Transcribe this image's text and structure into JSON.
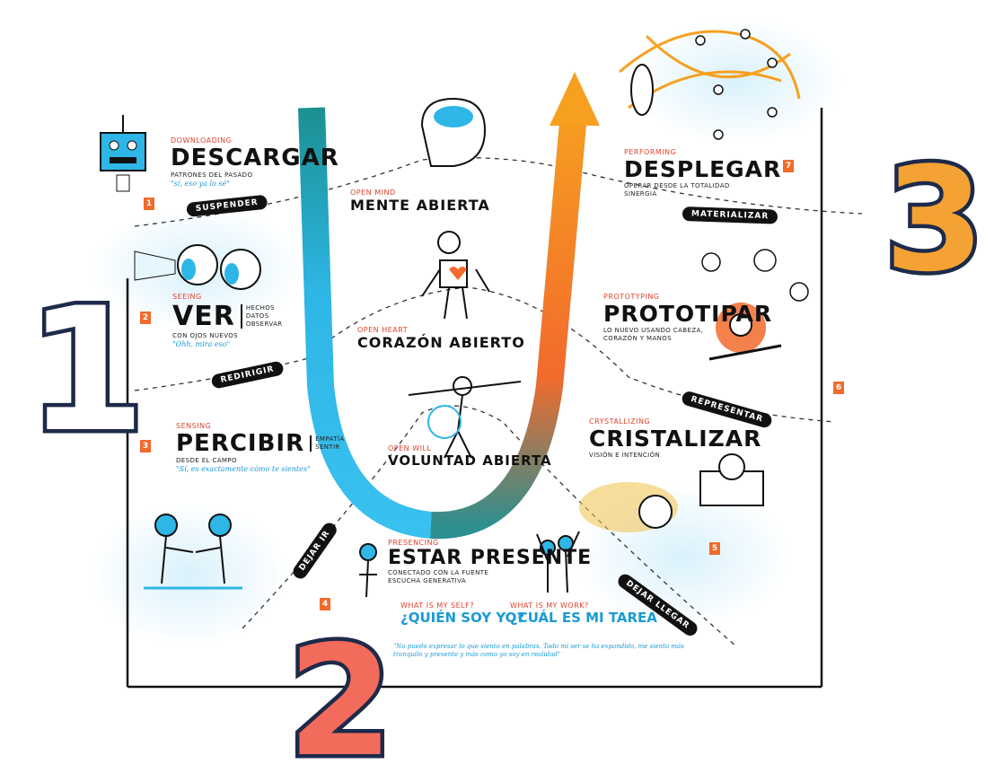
{
  "stages": [
    {
      "num": "1",
      "en": "DOWNLOADING",
      "title": "DESCARGAR",
      "sub": "PATRONES DEL PASADO",
      "quote": "\"sí, eso ya lo sé\""
    },
    {
      "num": "2",
      "en": "SEEING",
      "title": "VER",
      "side": "HECHOS DATOS OBSERVAR",
      "sub": "CON OJOS NUEVOS",
      "quote": "\"Ohh, mira eso\""
    },
    {
      "num": "3",
      "en": "SENSING",
      "title": "PERCIBIR",
      "side": "EMPATÍA SENTIR",
      "sub": "DESDE EL CAMPO",
      "quote": "\"Sí, es exactamente cómo te sientes\""
    },
    {
      "num": "4",
      "en": "PRESENCING",
      "title": "ESTAR PRESENTE",
      "sub": "CONECTADO CON LA FUENTE ESCUCHA GENERATIVA"
    },
    {
      "num": "5",
      "en": "CRYSTALLIZING",
      "title": "CRISTALIZAR",
      "sub": "VISIÓN E INTENCIÓN"
    },
    {
      "num": "6",
      "en": "PROTOTYPING",
      "title": "PROTOTIPAR",
      "sub": "LO NUEVO USANDO CABEZA, CORAZÓN Y MANOS"
    },
    {
      "num": "7",
      "en": "PERFORMING",
      "title": "DESPLEGAR",
      "sub": "OPERAR DESDE LA TOTALIDAD SINERGIA"
    }
  ],
  "center": [
    {
      "en": "OPEN MIND",
      "title": "MENTE ABIERTA"
    },
    {
      "en": "OPEN HEART",
      "title": "CORAZÓN ABIERTO"
    },
    {
      "en": "OPEN WILL",
      "title": "VOLUNTAD ABIERTA"
    }
  ],
  "transitions": [
    "SUSPENDER",
    "REDIRIGIR",
    "DEJAR IR",
    "DEJAR LLEGAR",
    "REPRESENTAR",
    "MATERIALIZAR"
  ],
  "questions": [
    {
      "en": "WHAT IS MY SELF?",
      "es": "¿QUIÉN SOY YO?"
    },
    {
      "en": "WHAT IS MY WORK?",
      "es": "¿CUÁL ES MI TAREA"
    }
  ],
  "footnote": "\"No puedo expresar lo que siento en palabras. Todo mi ser se ha expandido, me siento más tranquilo y presente y más como yo soy en realidad\"",
  "big_numbers": [
    "1",
    "2",
    "3"
  ],
  "colors": {
    "teal": "#1b8f8f",
    "cyan": "#2eb6e6",
    "orange": "#f57c1f",
    "accent_red": "#e0422c",
    "num1": "#ffffff",
    "num2": "#f26b5b",
    "num3": "#f4a233",
    "num_stroke": "#1e2a4a"
  }
}
